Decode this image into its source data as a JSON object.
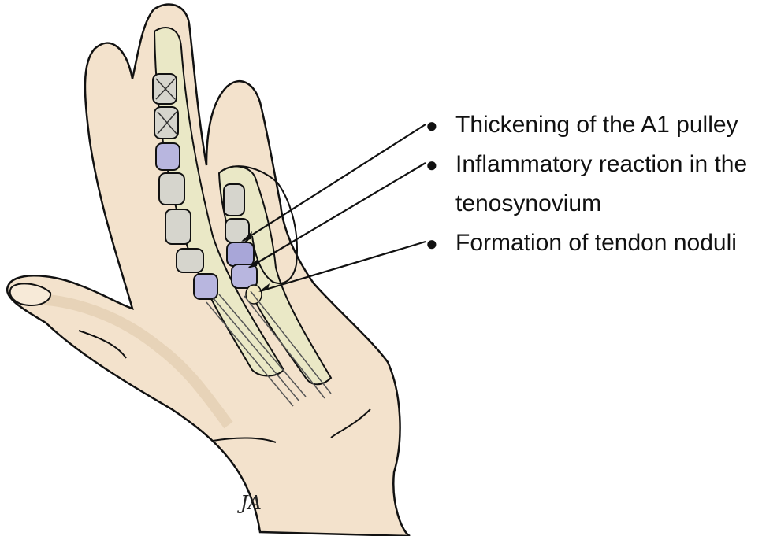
{
  "labels": [
    {
      "text": "Thickening of the A1 pulley"
    },
    {
      "text": "Inflammatory reaction in the tenosynovium"
    },
    {
      "text": "Formation of tendon noduli"
    }
  ],
  "signature": "JA",
  "colors": {
    "skin": "#f3e2cc",
    "skin_shadow": "#e8cfb2",
    "tendon_sheath": "#eae8c6",
    "tendon_grey": "#d6d5cd",
    "synovium_blue": "#b8b6df",
    "outline": "#111111"
  }
}
